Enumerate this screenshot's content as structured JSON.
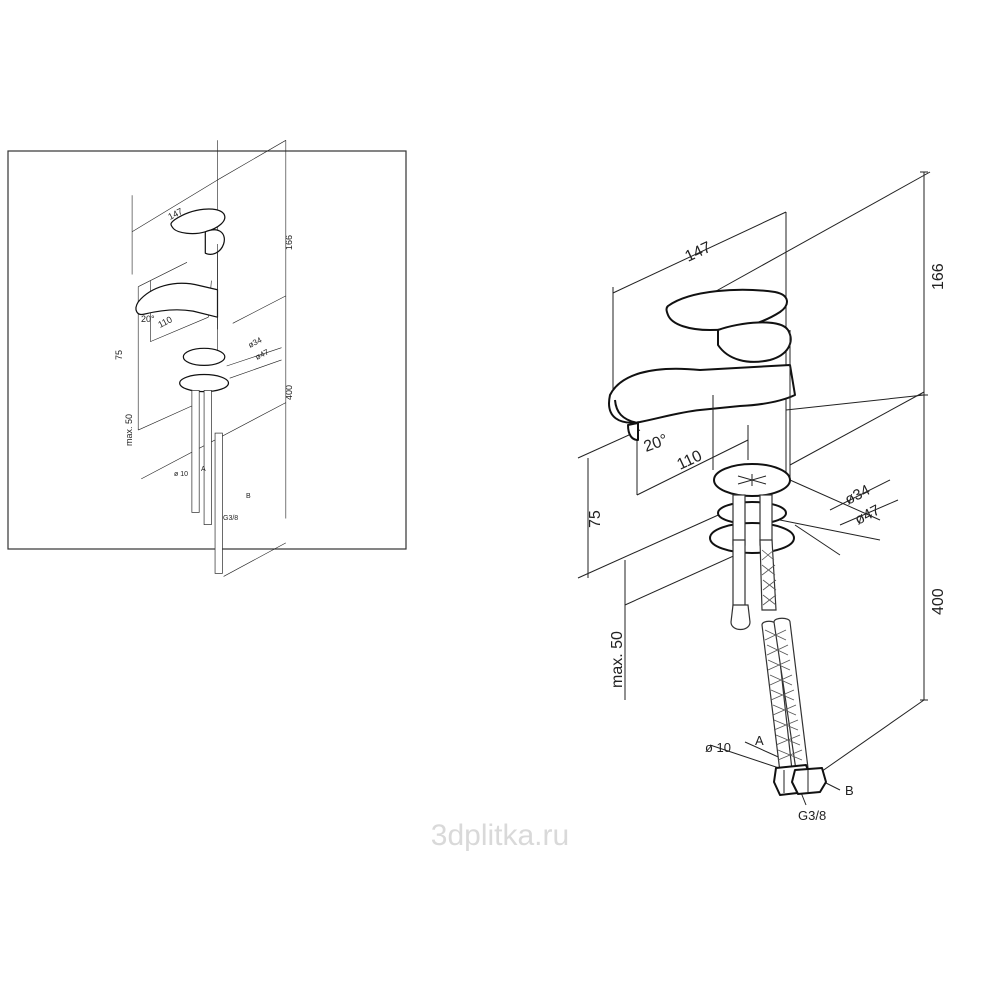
{
  "dims": {
    "spout_reach": "147",
    "height_above": "166",
    "outlet_reach": "110",
    "angle": "20°",
    "outlet_height": "75",
    "hole_diam_1": "ø34",
    "hole_diam_2": "ø47",
    "hose_length": "400",
    "countertop_max": "max. 50",
    "hose_diam": "ø 10",
    "label_a": "A",
    "label_b": "B",
    "thread": "G3/8"
  },
  "watermark": "3dplitka.ru",
  "colors": {
    "line": "#222222",
    "frame": "#333333",
    "watermark": "#d9d9d9"
  }
}
